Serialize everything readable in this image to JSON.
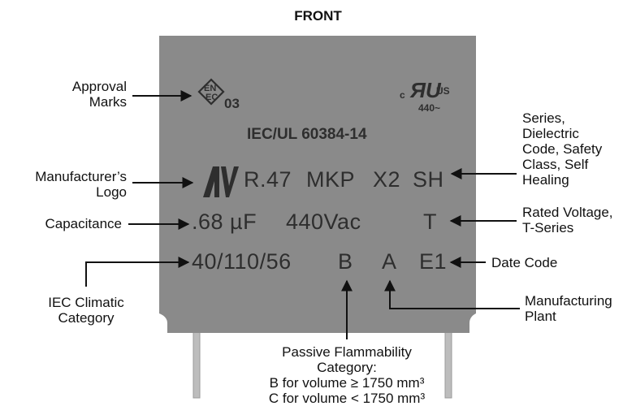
{
  "title": "FRONT",
  "body_color": "#8a8a8a",
  "label_color": "#2e2e2e",
  "printed_text": {
    "approval_number": "03",
    "ul_c": "c",
    "ul_us": "US",
    "ul_voltage": "440~",
    "standard": "IEC/UL 60384-14",
    "capacitance_code": "R.47",
    "dielectric": "MKP",
    "safety_class": "X2",
    "self_healing": "SH",
    "capacitance": ".68 µF",
    "rated_voltage": "440Vac",
    "series": "T",
    "climatic": "40/110/56",
    "flammability": "B",
    "plant": "A",
    "date_code": "E1"
  },
  "callouts": {
    "approval_marks": [
      "Approval",
      "Marks"
    ],
    "manufacturer_logo": [
      "Manufacturer’s",
      "Logo"
    ],
    "capacitance": [
      "Capacitance"
    ],
    "iec_climatic": [
      "IEC Climatic",
      "Category"
    ],
    "passive_flammability": [
      "Passive Flammability",
      "Category:",
      "B for volume ≥ 1750 mm³",
      "C for volume < 1750 mm³"
    ],
    "series_info": [
      "Series,",
      "Dielectric",
      "Code, Safety",
      "Class, Self",
      "Healing"
    ],
    "rated_voltage": [
      "Rated Voltage,",
      "T-Series"
    ],
    "date_code": [
      "Date Code"
    ],
    "manufacturing_plant": [
      "Manufacturing",
      "Plant"
    ]
  }
}
